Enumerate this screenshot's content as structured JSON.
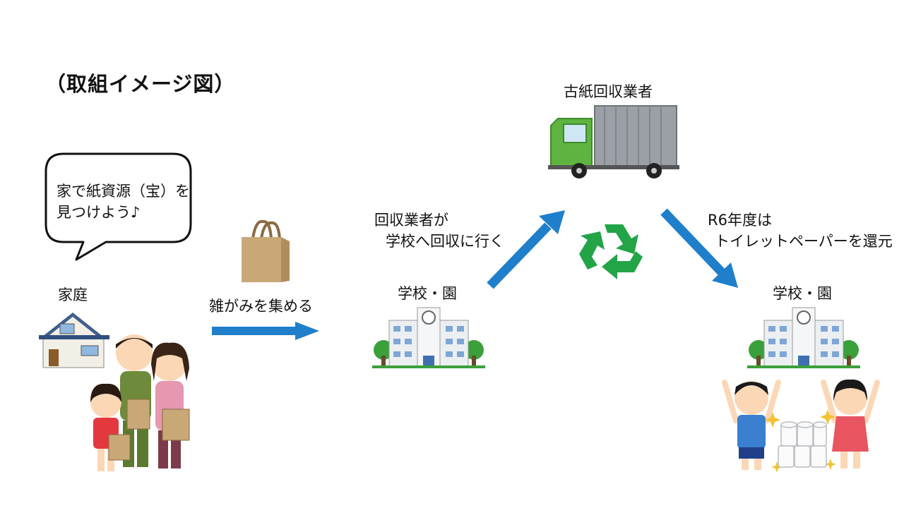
{
  "title": "（取組イメージ図）",
  "speech_bubble": {
    "line1": "家で紙資源（宝）を",
    "line2": "見つけよう♪"
  },
  "labels": {
    "home": "家庭",
    "collect": "雑がみを集める",
    "school_left": "学校・園",
    "collector_line1": "回収業者が",
    "collector_line2": "学校へ回収に行く",
    "truck": "古紙回収業者",
    "return_line1": "R6年度は",
    "return_line2": "トイレットペーパーを還元",
    "school_right": "学校・園"
  },
  "colors": {
    "arrow": "#1f7fcb",
    "recycle": "#22a447",
    "truck_cab": "#5fb441",
    "bag": "#c9a878"
  },
  "icons": [
    "house-icon",
    "family-icon",
    "paper-bag-icon",
    "school-icon",
    "truck-icon",
    "recycle-icon",
    "children-icon",
    "toilet-paper-icon"
  ]
}
